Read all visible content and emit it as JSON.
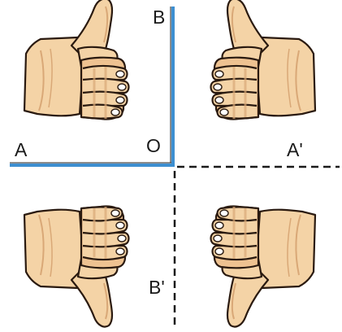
{
  "labels": {
    "A": "A",
    "B": "B",
    "O": "O",
    "A_prime": "A'",
    "B_prime": "B'"
  },
  "colors": {
    "axis_solid": "#3d8fd1",
    "axis_dashed": "#1a1a1a",
    "skin": "#f4d3a6",
    "skin_shadow": "#d9a877",
    "outline": "#2a1a10"
  },
  "hands": [
    {
      "name": "top-left",
      "pose": "thumb-up",
      "mirrored": false
    },
    {
      "name": "top-right",
      "pose": "thumb-up",
      "mirrored": true
    },
    {
      "name": "bottom-left",
      "pose": "thumb-down",
      "mirrored": false
    },
    {
      "name": "bottom-right",
      "pose": "thumb-down",
      "mirrored": true
    }
  ]
}
